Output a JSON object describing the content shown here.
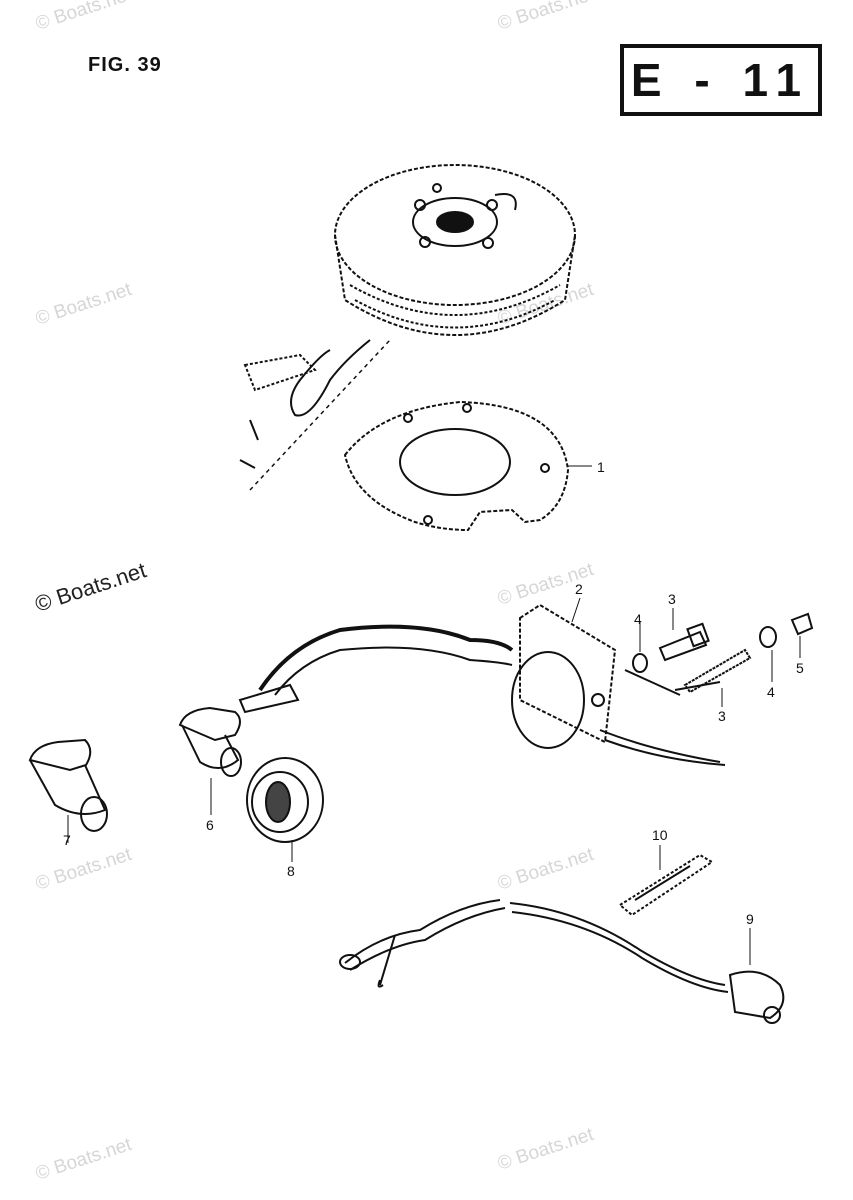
{
  "header": {
    "figure_label": "FIG. 39",
    "section_code": "E - 11"
  },
  "callouts": [
    "1",
    "2",
    "3",
    "4",
    "3",
    "4",
    "5",
    "6",
    "7",
    "8",
    "9",
    "10"
  ],
  "watermark": "© Boats.net"
}
